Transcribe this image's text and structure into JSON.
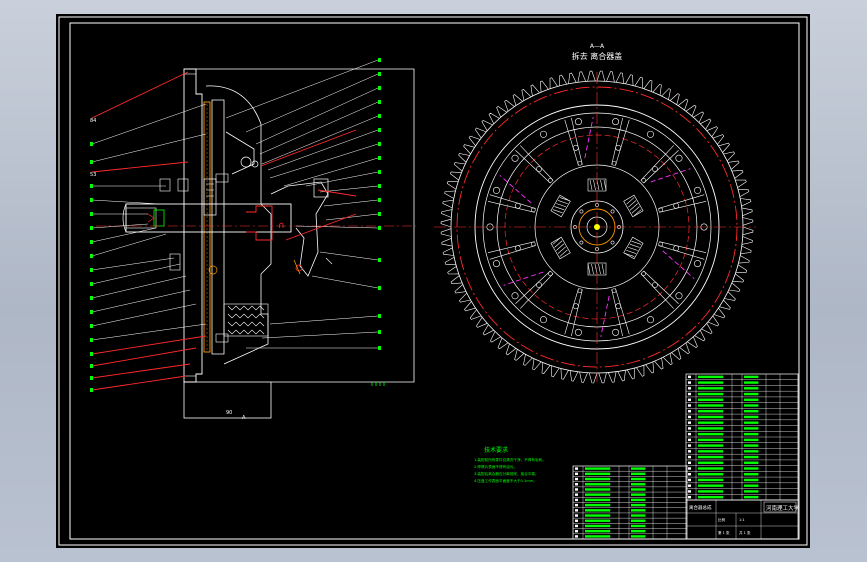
{
  "app": {
    "viewport_background": "#000000",
    "window_background": "#b9c2d0"
  },
  "colors": {
    "frame": "#ffffff",
    "accent_red": "#ff2a2a",
    "leader_green": "#00ff00",
    "centerline": "#ff3030",
    "magenta": "#ff33ff",
    "orange": "#ff9900",
    "yellow": "#ffff00"
  },
  "drawing": {
    "section_view_title_mark": "A—A",
    "section_view_title": "拆去 离合器盖",
    "side_label_upper": "84",
    "side_label_mid": "53",
    "bottom_dimension": "90",
    "bottom_mark": "A",
    "tech_requirements_title": "技术要求",
    "tech_requirements_lines": [
      "1.装配前所有零件应清洗干净，不得有毛刺。",
      "2.摩擦片表面不得有油污。",
      "3.装配后离合器应分离彻底、接合平稳。",
      "4.压盘工作表面平面度不大于0.1mm。"
    ]
  },
  "title_block": {
    "school": "河南理工大学",
    "drawing_title": "离合器总成",
    "scale_label": "比例",
    "scale_value": "1:1",
    "sheet_label": "第 1 张",
    "total_label": "共 1 张"
  }
}
